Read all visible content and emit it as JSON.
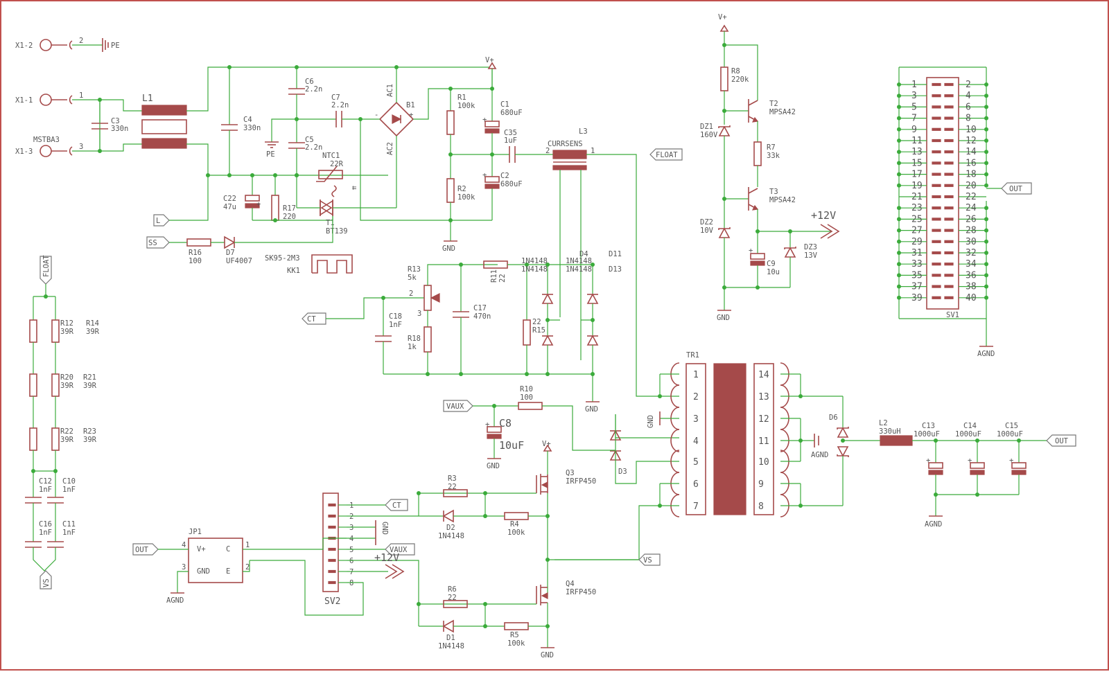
{
  "frame_color": "#c0504d",
  "wire_color": "#3bab3b",
  "symbol_color": "#a54a4a",
  "nets": {
    "pe": "PE",
    "float": "FLOAT",
    "l": "L",
    "ss": "SS",
    "ct": "CT",
    "vaux": "VAUX",
    "out": "OUT",
    "vs": "VS",
    "gnd": "GND",
    "agnd": "AGND",
    "vplus": "V+",
    "p12v": "+12V"
  },
  "connectors": {
    "x1_2": "X1-2",
    "x1_1": "X1-1",
    "x1_3": "X1-3",
    "mstba": "MSTBA3",
    "pin_1": "1",
    "pin_2": "2",
    "pin_3": "3"
  },
  "parts": {
    "l1": {
      "name": "L1"
    },
    "c3": {
      "name": "C3",
      "value": "330n"
    },
    "c4": {
      "name": "C4",
      "value": "330n"
    },
    "c6": {
      "name": "C6",
      "value": "2.2n"
    },
    "c5": {
      "name": "C5",
      "value": "2.2n"
    },
    "c7": {
      "name": "C7",
      "value": "2.2n"
    },
    "b1": {
      "name": "B1",
      "ac1": "AC1",
      "ac2": "AC2",
      "minus": "-",
      "plus": "+"
    },
    "ntc1": {
      "name": "NTC1",
      "value": "22R"
    },
    "c22": {
      "name": "C22",
      "value": "47u"
    },
    "r17": {
      "name": "R17",
      "value": "220"
    },
    "t1": {
      "name": "T1",
      "value": "BT139"
    },
    "r16": {
      "name": "R16",
      "value": "100"
    },
    "d7": {
      "name": "D7",
      "value": "UF4007"
    },
    "kk1": {
      "name": "KK1",
      "value": "SK95-2M3"
    },
    "r1": {
      "name": "R1",
      "value": "100k"
    },
    "r2": {
      "name": "R2",
      "value": "100k"
    },
    "c1": {
      "name": "C1",
      "value": "680uF"
    },
    "c2": {
      "name": "C2",
      "value": "680uF"
    },
    "c35": {
      "name": "C35",
      "value": "1uF"
    },
    "l3": {
      "name": "L3",
      "value": "CURRSENS",
      "p1": "1",
      "p2": "2"
    },
    "r13": {
      "name": "R13",
      "value": "5k",
      "p2": "2",
      "p3": "3"
    },
    "r11": {
      "name": "R11",
      "value": "22"
    },
    "r15": {
      "name": "R15",
      "value": "22"
    },
    "r18": {
      "name": "R18",
      "value": "1k"
    },
    "c17": {
      "name": "C17",
      "value": "470n"
    },
    "c18": {
      "name": "C18",
      "value": "1nF"
    },
    "d4": {
      "name": "D4",
      "value": "1N4148"
    },
    "d11": {
      "name": "D11"
    },
    "d13": {
      "name": "D13"
    },
    "dval_a": "1N4148",
    "dval_b": "1N4148",
    "dval_c": "1N4148",
    "r8": {
      "name": "R8",
      "value": "220k"
    },
    "t2": {
      "name": "T2",
      "value": "MPSA42"
    },
    "t3": {
      "name": "T3",
      "value": "MPSA42"
    },
    "r7": {
      "name": "R7",
      "value": "33k"
    },
    "dz1": {
      "name": "DZ1",
      "value": "160V"
    },
    "dz2": {
      "name": "DZ2",
      "value": "10V"
    },
    "dz3": {
      "name": "DZ3",
      "value": "13V"
    },
    "c9": {
      "name": "C9",
      "value": "10u"
    },
    "sv1": {
      "name": "SV1",
      "pins": [
        "1",
        "2",
        "3",
        "4",
        "5",
        "6",
        "7",
        "8",
        "9",
        "10",
        "11",
        "12",
        "13",
        "14",
        "15",
        "16",
        "17",
        "18",
        "19",
        "20",
        "21",
        "22",
        "23",
        "24",
        "25",
        "26",
        "27",
        "28",
        "29",
        "30",
        "31",
        "32",
        "33",
        "34",
        "35",
        "36",
        "37",
        "38",
        "39",
        "40"
      ]
    },
    "r12": {
      "name": "R12",
      "value": "39R"
    },
    "r14": {
      "name": "R14",
      "value": "39R"
    },
    "r20": {
      "name": "R20",
      "value": "39R"
    },
    "r21": {
      "name": "R21",
      "value": "39R"
    },
    "r22": {
      "name": "R22",
      "value": "39R"
    },
    "r23": {
      "name": "R23",
      "value": "39R"
    },
    "c12": {
      "name": "C12",
      "value": "1nF"
    },
    "c10": {
      "name": "C10",
      "value": "1nF"
    },
    "c16": {
      "name": "C16",
      "value": "1nF"
    },
    "c11": {
      "name": "C11",
      "value": "1nF"
    },
    "r10": {
      "name": "R10",
      "value": "100"
    },
    "c8": {
      "name": "C8",
      "value": "10uF"
    },
    "d3": {
      "name": "D3"
    },
    "tr1": {
      "name": "TR1",
      "pins": [
        "1",
        "2",
        "3",
        "4",
        "5",
        "6",
        "7",
        "14",
        "13",
        "12",
        "11",
        "10",
        "9",
        "8"
      ]
    },
    "d6": {
      "name": "D6"
    },
    "l2": {
      "name": "L2",
      "value": "330uH"
    },
    "c13": {
      "name": "C13",
      "value": "1000uF"
    },
    "c14": {
      "name": "C14",
      "value": "1000uF"
    },
    "c15": {
      "name": "C15",
      "value": "1000uF"
    },
    "r3": {
      "name": "R3",
      "value": "22"
    },
    "r4": {
      "name": "R4",
      "value": "100k"
    },
    "d2": {
      "name": "D2",
      "value": "1N4148"
    },
    "q3": {
      "name": "Q3",
      "value": "IRFP450"
    },
    "r6": {
      "name": "R6",
      "value": "22"
    },
    "r5": {
      "name": "R5",
      "value": "100k"
    },
    "d1": {
      "name": "D1",
      "value": "1N4148"
    },
    "q4": {
      "name": "Q4",
      "value": "IRFP450"
    },
    "sv2": {
      "name": "SV2",
      "pins": [
        "1",
        "2",
        "3",
        "4",
        "5",
        "6",
        "7",
        "8"
      ]
    },
    "jp1": {
      "name": "JP1",
      "vplus": "V+",
      "c": "C",
      "gnd": "GND",
      "e": "E",
      "pin4": "4",
      "pin3": "3",
      "pin1": "1",
      "pin2": "2"
    }
  }
}
